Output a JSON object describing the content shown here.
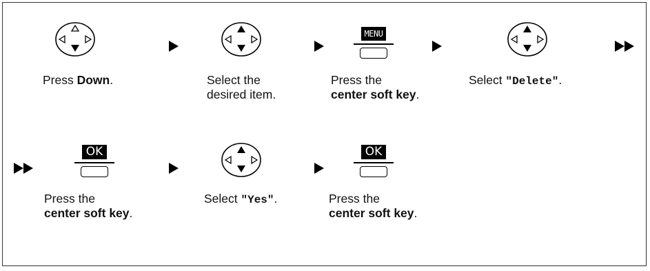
{
  "row1": {
    "step1": {
      "pre": "Press ",
      "bold": "Down",
      "post": "."
    },
    "step2": {
      "line1": "Select the",
      "line2": "desired item."
    },
    "step3": {
      "line1": "Press the",
      "line2": "center soft key",
      "post": ".",
      "key_label": "MENU"
    },
    "step4": {
      "pre": "Select ",
      "mono": "\"Delete\"",
      "post": "."
    }
  },
  "row2": {
    "step5": {
      "line1": "Press the",
      "line2": "center soft key",
      "post": ".",
      "key_label": "OK"
    },
    "step6": {
      "pre": "Select ",
      "mono": "\"Yes\"",
      "post": "."
    },
    "step7": {
      "line1": "Press the",
      "line2": "center soft key",
      "post": ".",
      "key_label": "OK"
    }
  },
  "icons": {
    "navigator": "navigator-key-icon",
    "soft_key": "soft-key-icon",
    "next": "next-step-arrow-icon",
    "continued": "continued-arrow-icon"
  },
  "colors": {
    "line": "#000000",
    "key_fill": "#000000",
    "key_text": "#ffffff"
  }
}
